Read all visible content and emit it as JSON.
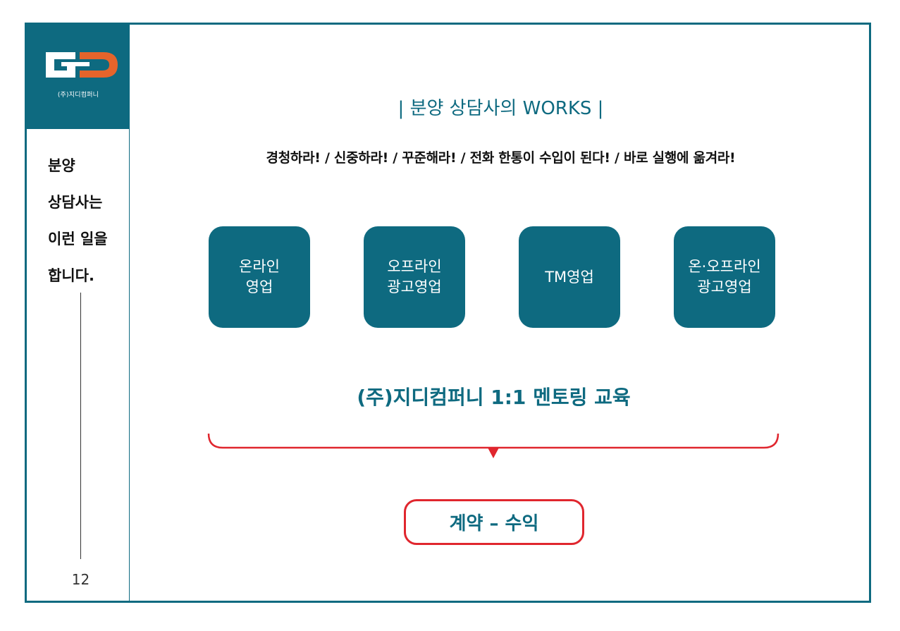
{
  "logo": {
    "company": "(주)지디컴퍼니"
  },
  "sidebar": {
    "title_lines": [
      "분양",
      "상담사는",
      "이런 일을",
      "합니다."
    ],
    "page_number": "12"
  },
  "main": {
    "title": "| 분양 상담사의 WORKS |",
    "subtitle": "경청하라! / 신중하라! / 꾸준해라! / 전화 한통이 수입이 된다! / 바로 실행에 옮겨라!",
    "cards": [
      {
        "label": "온라인\n영업"
      },
      {
        "label": "오프라인\n광고영업"
      },
      {
        "label": "TM영업"
      },
      {
        "label": "온·오프라인\n광고영업"
      }
    ],
    "mentoring": "(주)지디컴퍼니 1:1 멘토링 교육",
    "result": "계약 – 수익"
  },
  "colors": {
    "primary": "#0e6a80",
    "accent": "#e0262e",
    "logo_accent": "#e5642b"
  },
  "icons": {
    "logo": "gd-logo-icon",
    "bracket": "brace-arrow-icon"
  }
}
